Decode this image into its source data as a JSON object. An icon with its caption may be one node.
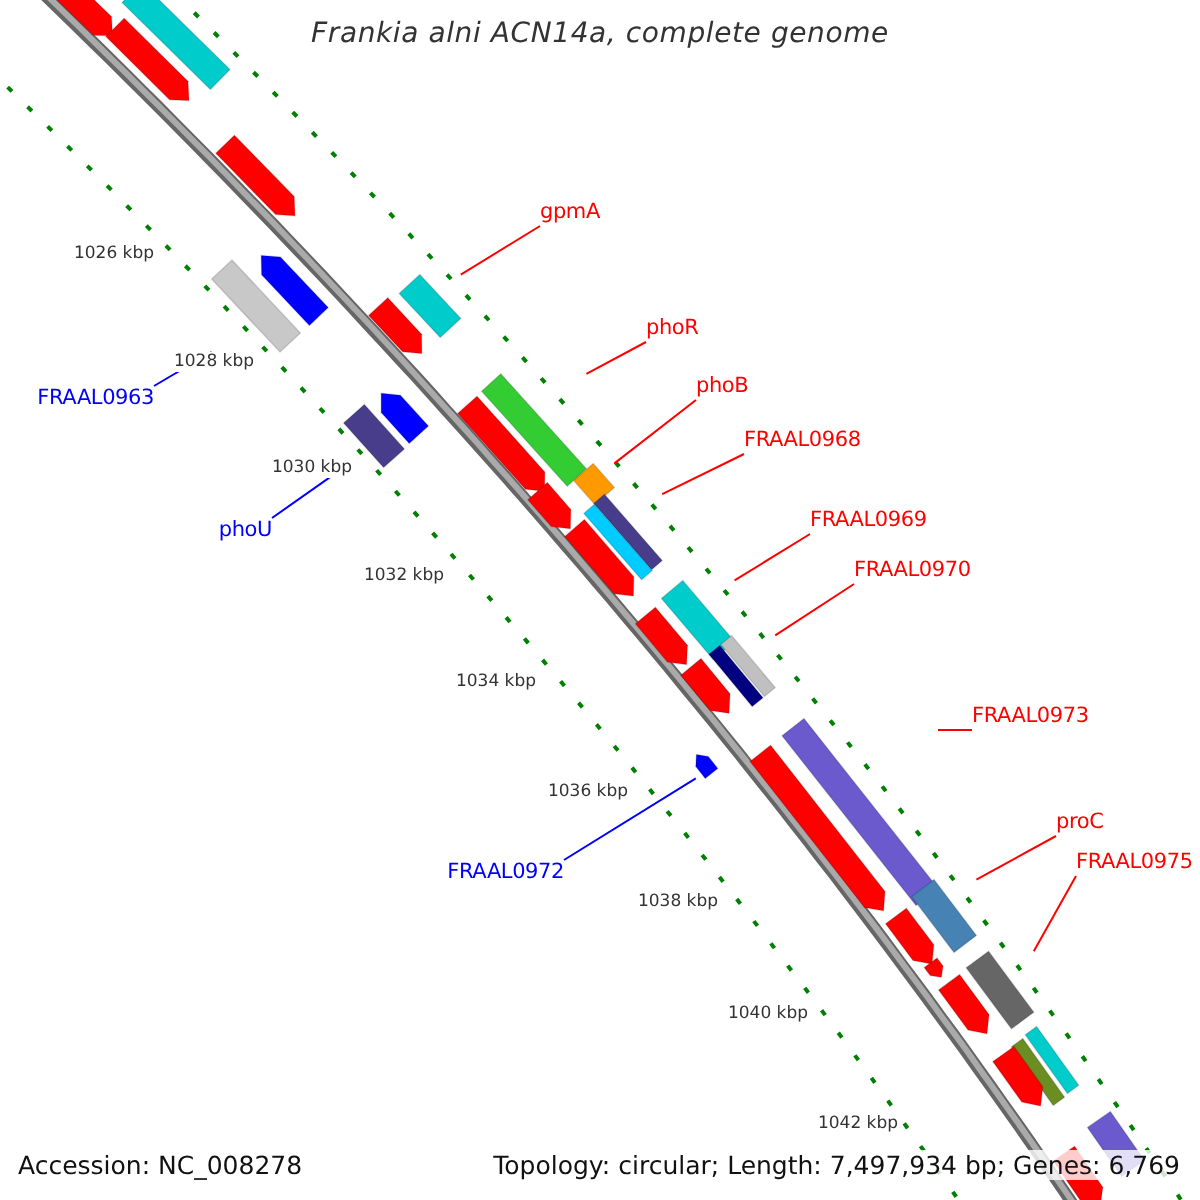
{
  "diagram": {
    "title": "Frankia alni ACN14a, complete genome",
    "nodes": [
      {
        "text": [
          "gpmA"
        ]
      },
      {
        "text": [
          "phoR"
        ]
      },
      {
        "text": [
          "phoB"
        ]
      },
      {
        "text": [
          "FRAAL0968"
        ]
      },
      {
        "text": [
          "FRAAL0969"
        ]
      },
      {
        "text": [
          "FRAAL0970"
        ]
      },
      {
        "text": [
          "FRAAL0963"
        ]
      },
      {
        "text": [
          "phoU"
        ]
      },
      {
        "text": [
          "FRAAL0973"
        ]
      },
      {
        "text": [
          "proC"
        ]
      },
      {
        "text": [
          "FRAAL0975"
        ]
      },
      {
        "text": [
          "FRAAL0972"
        ]
      },
      {
        "text": [],
        "shape": "bar"
      },
      {
        "text": [],
        "shape": "bar"
      },
      {
        "text": [],
        "shape": "bar"
      },
      {
        "text": [],
        "shape": "bar"
      },
      {
        "text": [],
        "shape": "bar"
      },
      {
        "text": [],
        "shape": "bar"
      },
      {
        "text": [],
        "shape": "bar"
      },
      {
        "text": [],
        "shape": "bar"
      },
      {
        "text": [],
        "shape": "bar"
      },
      {
        "text": [],
        "shape": "bar"
      },
      {
        "text": [],
        "shape": "bar"
      },
      {
        "text": [],
        "shape": "bar"
      },
      {
        "text": [],
        "shape": "bar"
      },
      {
        "text": [],
        "shape": "bar"
      },
      {
        "text": [],
        "shape": "bar"
      },
      {
        "text": [],
        "shape": "bar"
      },
      {
        "text": [],
        "shape": "bar"
      },
      {
        "text": [],
        "shape": "bar"
      },
      {
        "text": [],
        "shape": "bar"
      },
      {
        "text": [],
        "shape": "bar"
      },
      {
        "text": [],
        "shape": "bar"
      },
      {
        "text": [],
        "shape": "bar"
      },
      {
        "text": [],
        "shape": "bar"
      },
      {
        "text": [],
        "shape": "bar"
      },
      {
        "text": [],
        "shape": "bar"
      },
      {
        "text": [],
        "shape": "bar"
      },
      {
        "text": [],
        "shape": "bar"
      },
      {
        "text": [],
        "shape": "bar"
      },
      {
        "text": [],
        "shape": "bar"
      },
      {
        "text": [],
        "shape": "bar"
      },
      {
        "text": [],
        "shape": "bar"
      },
      {
        "text": [],
        "shape": "bar"
      },
      {
        "text": [],
        "shape": "bar"
      },
      {
        "text": [],
        "shape": "bar"
      },
      {
        "text": [],
        "shape": "bar"
      }
    ],
    "edges": [
      {
        "from": 6,
        "to": 17,
        "arrow": "none",
        "color": "#0000ff"
      },
      {
        "from": 0,
        "to": 18,
        "arrow": "none"
      },
      {
        "from": 7,
        "to": 21,
        "arrow": "none",
        "color": "#0000ff"
      },
      {
        "from": 1,
        "to": 22,
        "arrow": "none"
      },
      {
        "from": 2,
        "to": 24,
        "arrow": "none"
      },
      {
        "from": 3,
        "to": 26,
        "arrow": "none"
      },
      {
        "from": 4,
        "to": 29,
        "arrow": "none"
      },
      {
        "from": 5,
        "to": 31,
        "arrow": "none"
      },
      {
        "from": 11,
        "to": 34,
        "arrow": "none",
        "color": "#0000ff"
      },
      {
        "from": 8,
        "to": 35,
        "arrow": "none"
      },
      {
        "from": 9,
        "to": 37,
        "arrow": "none"
      },
      {
        "from": 10,
        "to": 40,
        "arrow": "none"
      }
    ],
    "labels": [
      "1026 kbp",
      "1028 kbp",
      "1030 kbp",
      "1032 kbp",
      "1034 kbp",
      "1036 kbp",
      "1038 kbp",
      "1040 kbp",
      "1042 kbp",
      "Accession: NC_008278",
      "Topology: circular; Length: 7,497,934 bp; Genes: 6,769"
    ]
  }
}
